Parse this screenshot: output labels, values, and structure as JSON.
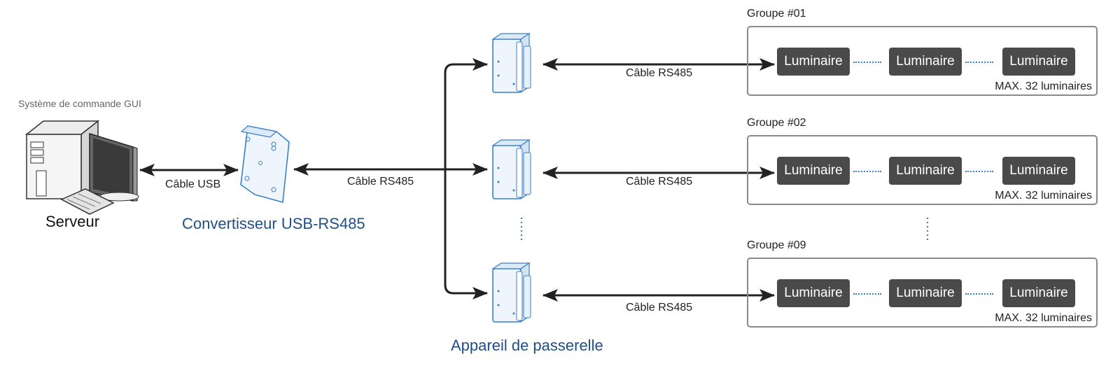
{
  "server": {
    "caption": "Système de commande GUI",
    "label": "Serveur"
  },
  "converter": {
    "label": "Convertisseur USB-RS485"
  },
  "gateway": {
    "label": "Appareil de passerelle"
  },
  "cables": {
    "usb": "Câble USB",
    "rs485_main": "Câble RS485",
    "rs485_group1": "Câble RS485",
    "rs485_group2": "Câble RS485",
    "rs485_group3": "Câble RS485"
  },
  "groups": [
    {
      "title": "Groupe #01",
      "luminaires": [
        "Luminaire",
        "Luminaire",
        "Luminaire"
      ],
      "max": "MAX. 32 luminaires"
    },
    {
      "title": "Groupe #02",
      "luminaires": [
        "Luminaire",
        "Luminaire",
        "Luminaire"
      ],
      "max": "MAX. 32 luminaires"
    },
    {
      "title": "Groupe #09",
      "luminaires": [
        "Luminaire",
        "Luminaire",
        "Luminaire"
      ],
      "max": "MAX. 32 luminaires"
    }
  ],
  "colors": {
    "device_blue": "#3d7fc7",
    "label_blue": "#1f4f86",
    "luminaire_bg": "#4a4a4a",
    "arrow": "#222222",
    "group_border": "#8a8a8a"
  }
}
